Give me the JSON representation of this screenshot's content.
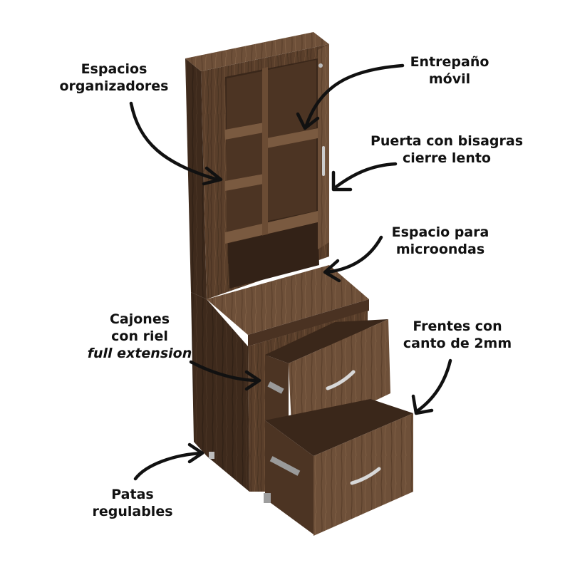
{
  "colors": {
    "wood_dark": "#3e2a1c",
    "wood_mid": "#5a3f2b",
    "wood_light": "#7a5a40",
    "arrow": "#111111",
    "handle": "#d8d8d8"
  },
  "callouts": {
    "espacios": {
      "line1": "Espacios",
      "line2": "organizadores"
    },
    "entrepano": {
      "line1": "Entrepaño",
      "line2": "móvil"
    },
    "puerta": {
      "line1": "Puerta con bisagras",
      "line2": "cierre lento"
    },
    "microondas": {
      "line1": "Espacio para",
      "line2": "microondas"
    },
    "cajones": {
      "line1": "Cajones",
      "line2": "con riel",
      "line3": "full extension"
    },
    "frentes": {
      "line1": "Frentes con",
      "line2": "canto de 2mm"
    },
    "patas": {
      "line1": "Patas",
      "line2": "regulables"
    }
  }
}
